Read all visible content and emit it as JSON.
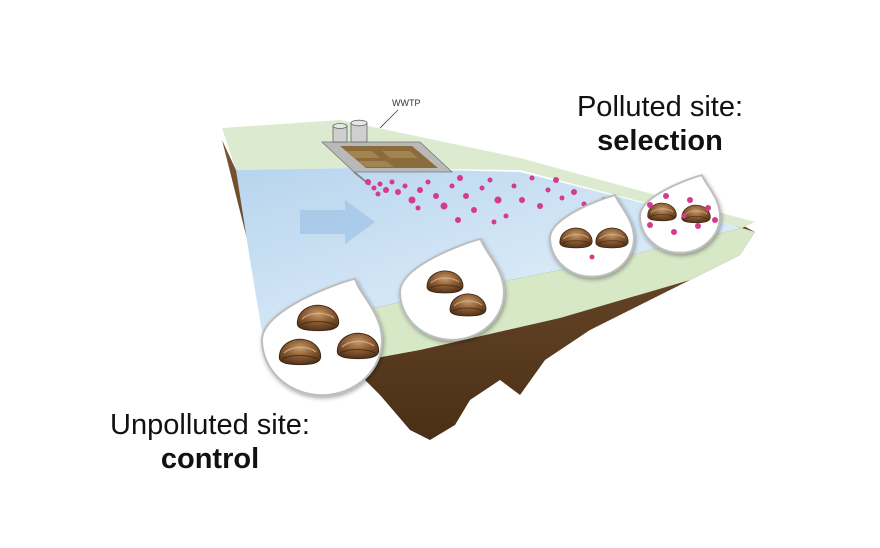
{
  "labels": {
    "wwtp": "WWTP",
    "polluted_line1": "Polluted site:",
    "polluted_line2": "selection",
    "unpolluted_line1": "Unpolluted site:",
    "unpolluted_line2": "control"
  },
  "colors": {
    "river_water": "#cfe4f4",
    "bank_grass": "#dcebd0",
    "soil": "#6b4a2a",
    "soil_dark": "#4e3219",
    "pollutant_dots": "#d63a8a",
    "clam_shell": "#8a5a32"
  },
  "icons": [
    "wwtp-tanks-icon",
    "pollution-dots",
    "flow-arrow-icon",
    "clam-icon"
  ]
}
